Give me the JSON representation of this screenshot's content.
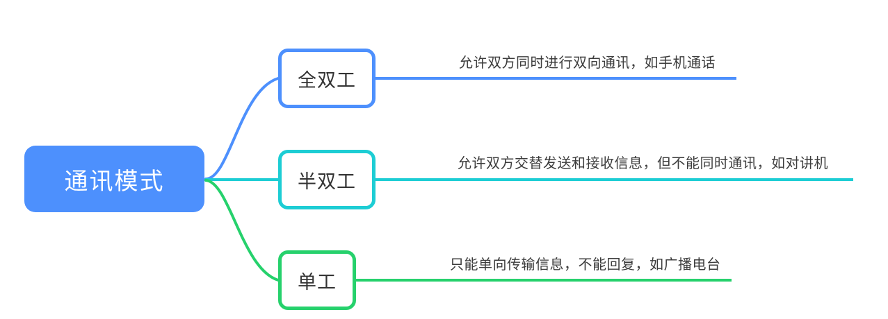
{
  "diagram": {
    "type": "mindmap",
    "title": "通讯模式",
    "root": {
      "label": "通讯模式",
      "color": "#4d90fd",
      "text_color": "#ffffff"
    },
    "branches": [
      {
        "label": "全双工",
        "description": "允许双方同时进行双向通讯，如手机通话",
        "color": "#4d90fd"
      },
      {
        "label": "半双工",
        "description": "允许双方交替发送和接收信息，但不能同时通讯，如对讲机",
        "color": "#1dcdd4"
      },
      {
        "label": "单工",
        "description": "只能单向传输信息，不能回复，如广播电台",
        "color": "#26d16c"
      }
    ]
  }
}
